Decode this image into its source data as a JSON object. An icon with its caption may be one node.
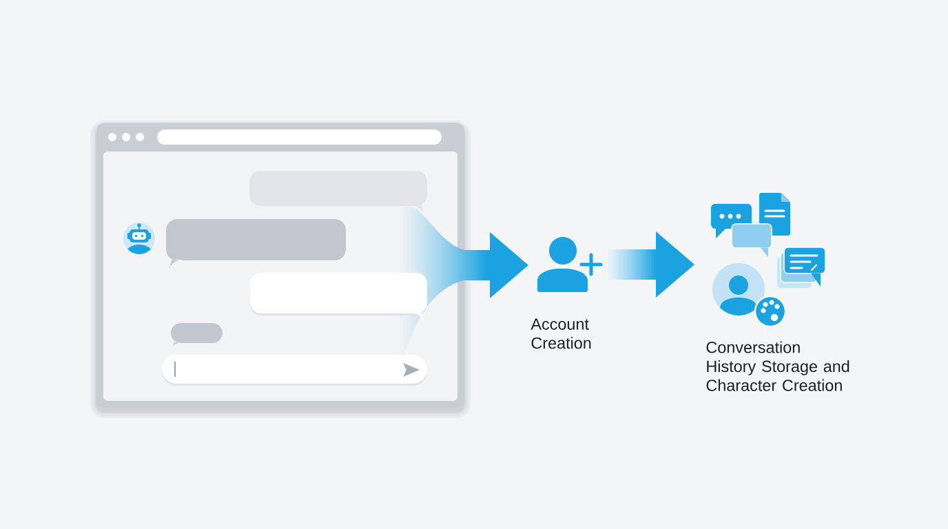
{
  "diagram": {
    "nodes": [
      {
        "text": [],
        "shape": "picture"
      },
      {
        "text": [],
        "shape": "person",
        "beside": [
          "Account Creation"
        ]
      },
      {
        "text": [],
        "shape": "picture",
        "beside": [
          "Conversation History Storage and Character Creation"
        ]
      }
    ],
    "edges": [
      {
        "from": 0,
        "to": 1,
        "arrow": "to"
      },
      {
        "from": 1,
        "to": 2,
        "arrow": "to"
      }
    ]
  }
}
